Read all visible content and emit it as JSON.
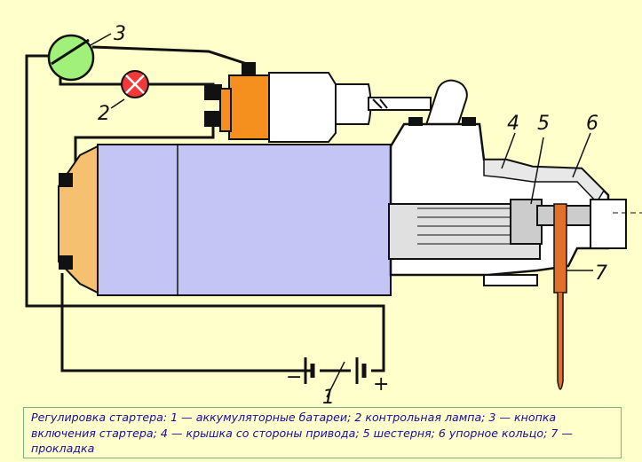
{
  "labels": {
    "battery": "1",
    "lamp": "2",
    "button": "3",
    "cover": "4",
    "pinion": "5",
    "ring": "6",
    "gasket": "7",
    "minus": "−",
    "plus": "+"
  },
  "caption": "Регулировка стартера: 1 — аккумуляторные батареи; 2 контрольная лампа; 3 — кнопка включения стартера; 4 — крышка со стороны привода; 5 шестерня; 6 упорное кольцо; 7 — прокладка",
  "colors": {
    "background": "#ffffcc",
    "motor_body": "#c5c5f5",
    "solenoid": "#f5901e",
    "end_cap": "#f5c070",
    "button": "#a0f07a",
    "lamp": "#f03a3a",
    "gasket": "#e2702a",
    "caption_text": "#1a0c99"
  }
}
